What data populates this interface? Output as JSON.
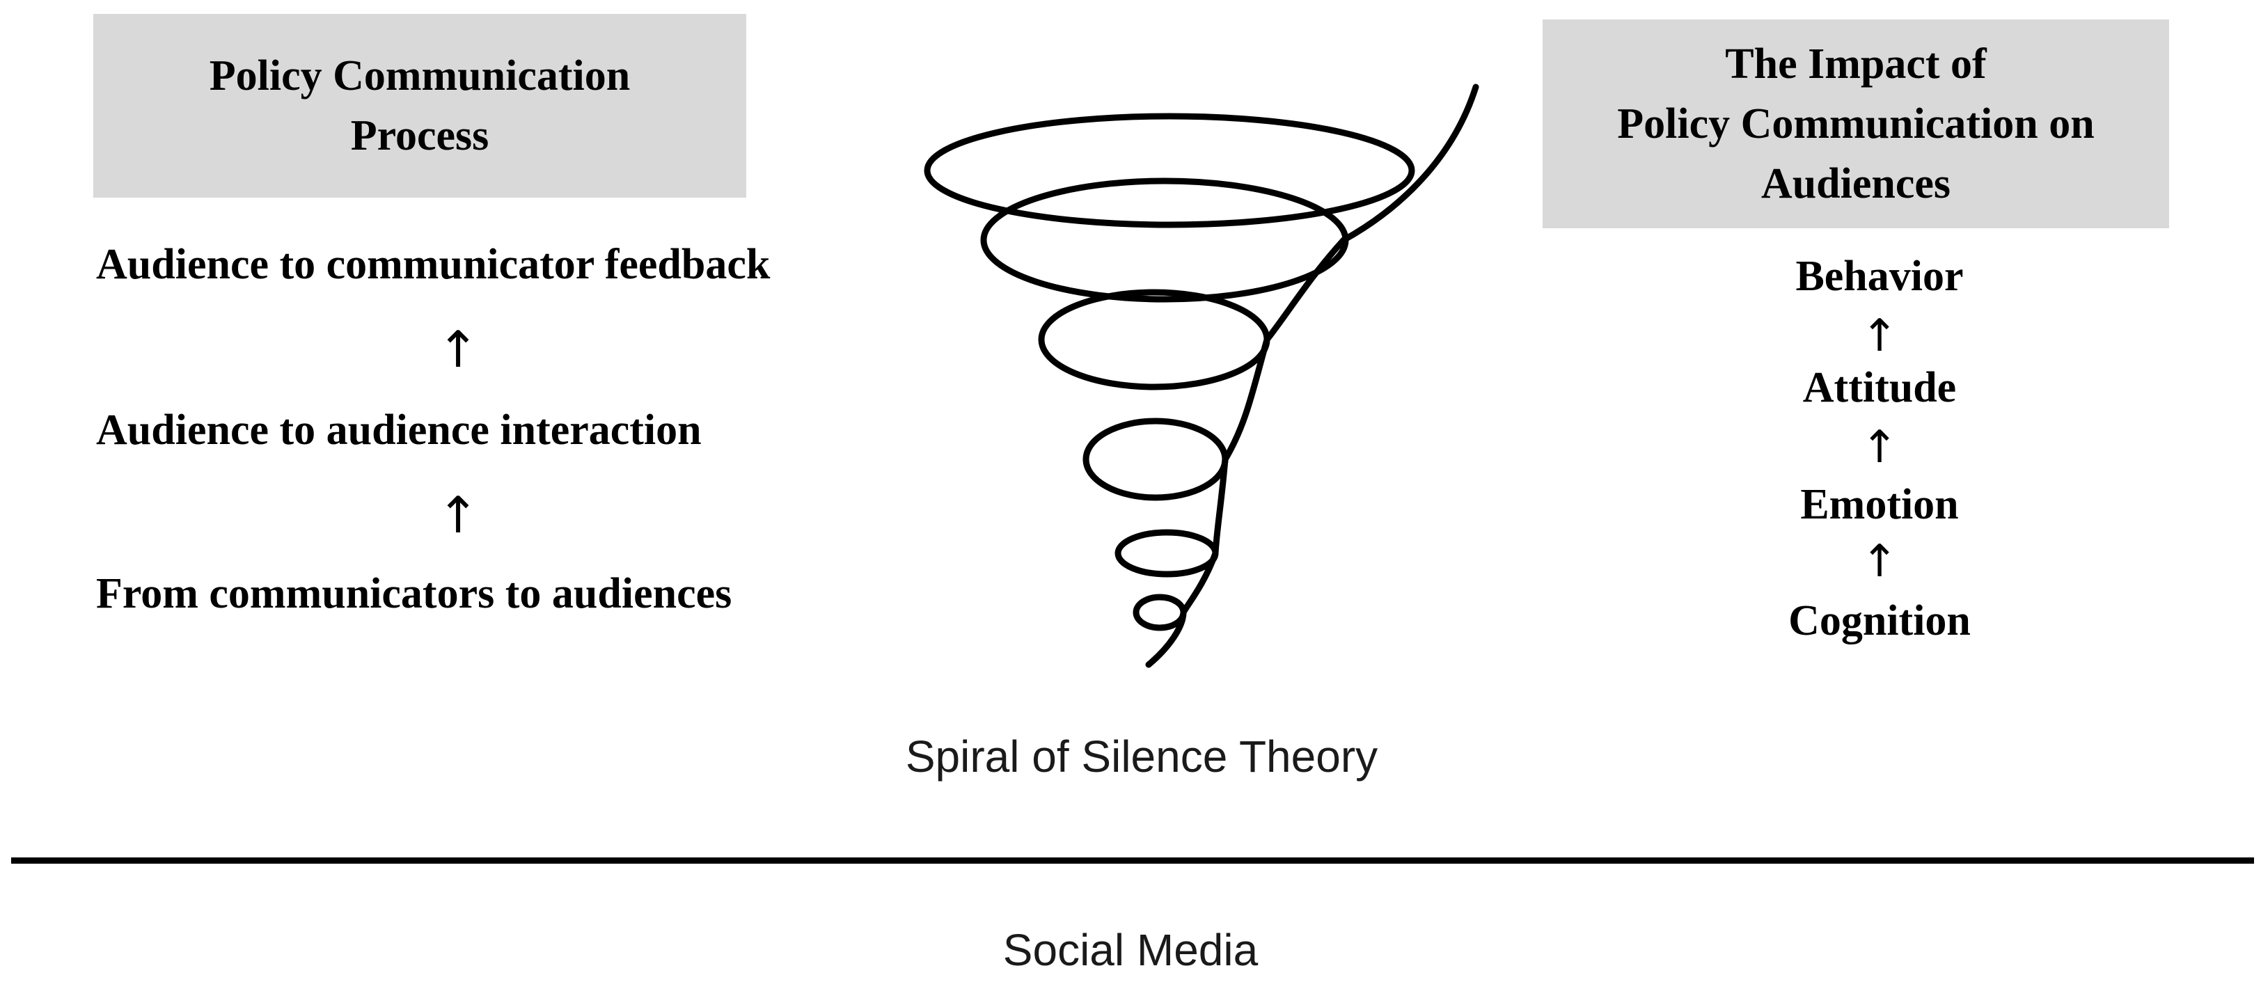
{
  "left_box": {
    "lines": [
      "Policy Communication",
      "Process"
    ]
  },
  "left_flow": {
    "items": [
      "Audience to communicator feedback",
      "Audience to audience interaction",
      "From communicators to audiences"
    ],
    "arrow_glyph": "↑"
  },
  "right_box": {
    "lines": [
      "The Impact of",
      "Policy Communication on",
      "Audiences"
    ]
  },
  "right_flow": {
    "items": [
      "Behavior",
      "Attitude",
      "Emotion",
      "Cognition"
    ],
    "arrow_glyph": "↑"
  },
  "center": {
    "icon": "spiral-icon",
    "caption": "Spiral of Silence Theory"
  },
  "bottom": {
    "label": "Social Media"
  },
  "colors": {
    "box_fill": "#d9d9d9",
    "text": "#000000",
    "line": "#000000"
  }
}
